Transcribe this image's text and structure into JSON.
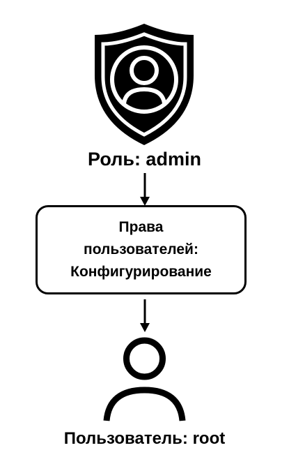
{
  "role": {
    "icon": "shield-user-icon",
    "label": "Роль: admin"
  },
  "permissions": {
    "line1": "Права",
    "line2": "пользователей:",
    "line3": "Конфигурирование"
  },
  "user": {
    "icon": "user-icon",
    "label": "Пользователь: root"
  },
  "colors": {
    "stroke": "#000000",
    "background": "#ffffff"
  }
}
